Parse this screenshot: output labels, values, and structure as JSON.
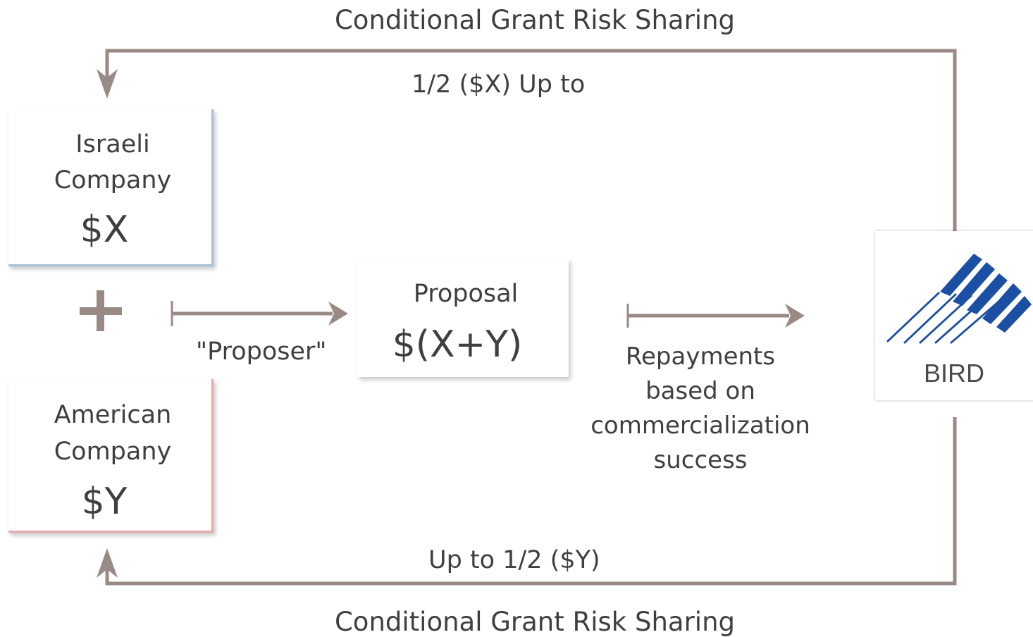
{
  "top_flow": {
    "caption": "Conditional Grant Risk Sharing",
    "amount": "1/2 ($X) Up to"
  },
  "bottom_flow": {
    "caption": "Conditional Grant Risk Sharing",
    "amount": "Up to 1/2 ($Y)"
  },
  "israeli_company": {
    "line1": "Israeli",
    "line2": "Company",
    "amount": "$X",
    "accent": "#a9bfd6"
  },
  "american_company": {
    "line1": "American",
    "line2": "Company",
    "amount": "$Y",
    "accent": "#e6a8aa"
  },
  "plus_sign": "+",
  "proposer_label": "\"Proposer\"",
  "proposal": {
    "title": "Proposal",
    "amount": "$(X+Y)"
  },
  "repayments": {
    "line1": "Repayments",
    "line2": "based on",
    "line3": "commercialization",
    "line4": "success"
  },
  "bird": {
    "name": "BIRD",
    "logo_color": "#1a4fa3"
  },
  "colors": {
    "arrow": "#9a8a86"
  }
}
